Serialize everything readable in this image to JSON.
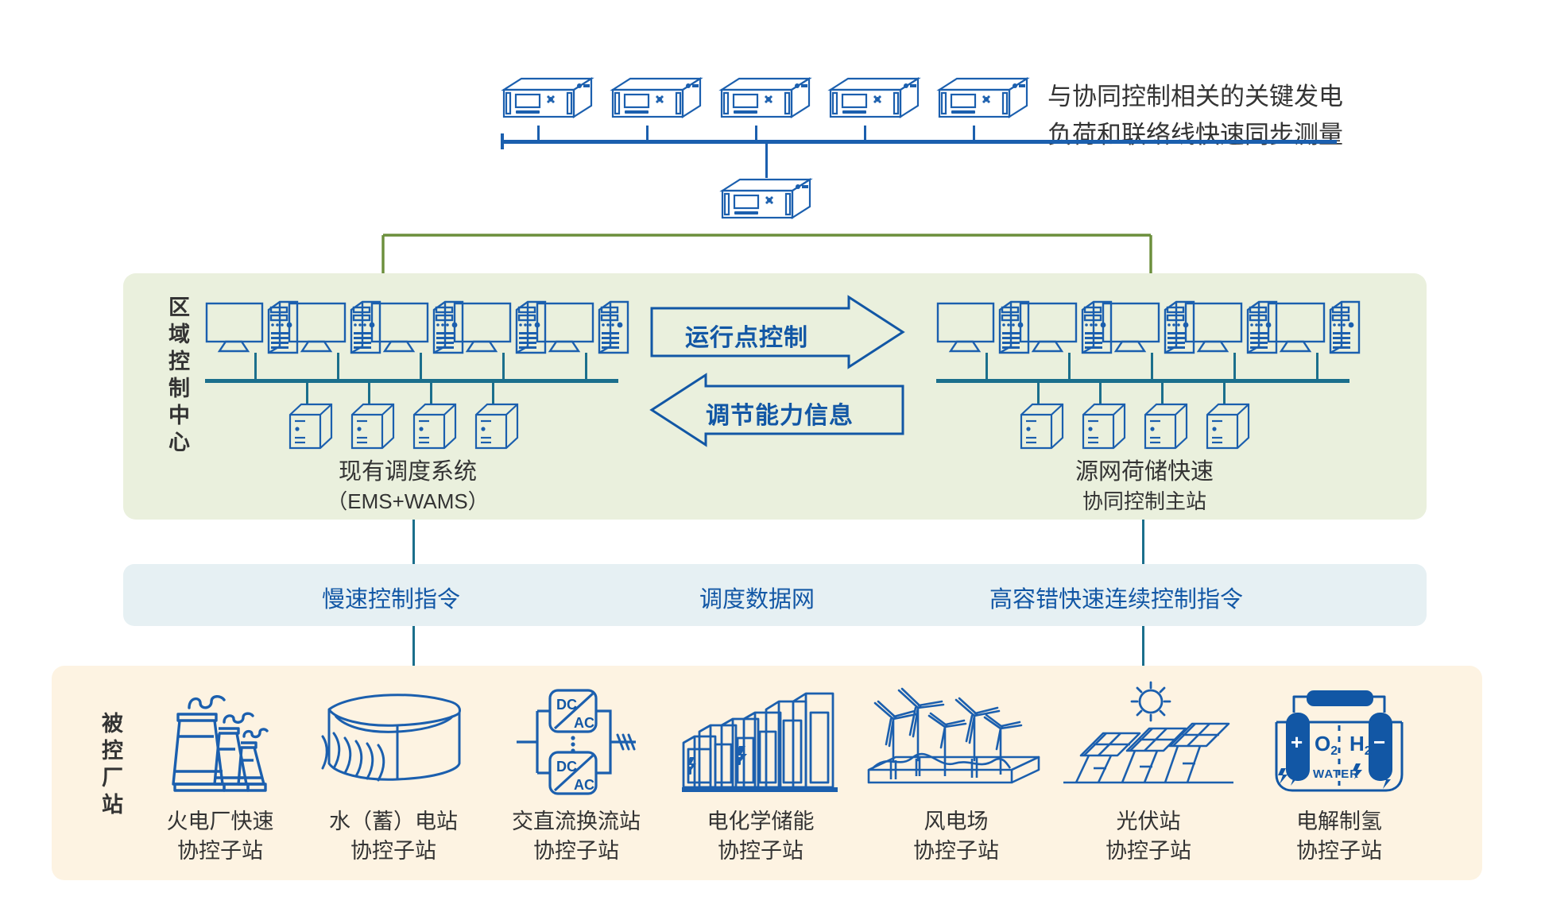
{
  "diagram": {
    "title_note": {
      "line1": "与协同控制相关的关键发电",
      "line2": "负荷和联络线快速同步测量"
    },
    "colors": {
      "blue_line": "#1b5fae",
      "teal_line": "#1b6f8c",
      "accent_text": "#1257a5",
      "green_arrow": "#6b8f3c",
      "panel_green": "#eaf0dd",
      "panel_blue": "#e6f0f3",
      "panel_cream": "#fdf3e2"
    },
    "top_row": {
      "device_count": 5,
      "device_name": "measurement-device",
      "central_device_name": "central-measurement-device"
    },
    "control_center": {
      "side_label": "区域控制中心",
      "left_group": {
        "caption_line1": "现有调度系统",
        "caption_line2": "（EMS+WAMS）",
        "workstation_count": 5,
        "server_count": 4
      },
      "right_group": {
        "caption_line1": "源网荷储快速",
        "caption_line2": "协同控制主站",
        "workstation_count": 5,
        "server_count": 4
      },
      "arrows": {
        "right_label": "运行点控制",
        "left_label": "调节能力信息"
      }
    },
    "network_band": {
      "slow_command": "慢速控制指令",
      "network_name": "调度数据网",
      "fast_command": "高容错快速连续控制指令"
    },
    "stations": {
      "side_label": "被控厂站",
      "items": [
        {
          "icon": "thermal-power-plant-icon",
          "line1": "火电厂快速",
          "line2": "协控子站"
        },
        {
          "icon": "hydro-pumped-storage-icon",
          "line1": "水（蓄）电站",
          "line2": "协控子站"
        },
        {
          "icon": "ac-dc-converter-icon",
          "line1": "交直流换流站",
          "line2": "协控子站"
        },
        {
          "icon": "battery-storage-icon",
          "line1": "电化学储能",
          "line2": "协控子站"
        },
        {
          "icon": "wind-farm-icon",
          "line1": "风电场",
          "line2": "协控子站"
        },
        {
          "icon": "solar-pv-icon",
          "line1": "光伏站",
          "line2": "协控子站"
        },
        {
          "icon": "electrolysis-hydrogen-icon",
          "line1": "电解制氢",
          "line2": "协控子站"
        }
      ]
    },
    "icon_labels": {
      "converter_dc": "DC",
      "converter_ac": "AC",
      "electrolysis_o2": "O",
      "electrolysis_o2_sub": "2",
      "electrolysis_h2": "H",
      "electrolysis_h2_sub": "2",
      "electrolysis_plus": "+",
      "electrolysis_minus": "−",
      "electrolysis_water": "WATER"
    }
  }
}
